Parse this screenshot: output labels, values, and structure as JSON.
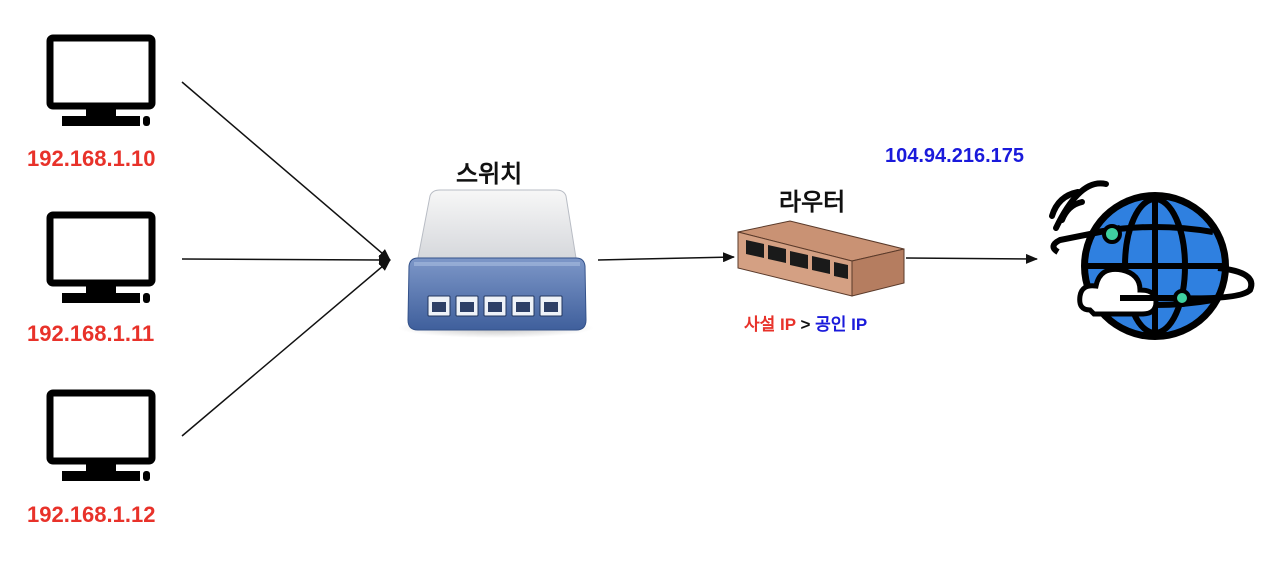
{
  "computers": [
    {
      "ip": "192.168.1.10"
    },
    {
      "ip": "192.168.1.11"
    },
    {
      "ip": "192.168.1.12"
    }
  ],
  "switch": {
    "label": "스위치"
  },
  "router": {
    "label": "라우터",
    "nat_private": "사설 IP",
    "nat_arrow": ">",
    "nat_public": "공인 IP"
  },
  "internet": {
    "public_ip": "104.94.216.175"
  },
  "colors": {
    "private_ip": "#e8322a",
    "public_ip": "#1a1adb",
    "globe": "#2f80e0"
  }
}
